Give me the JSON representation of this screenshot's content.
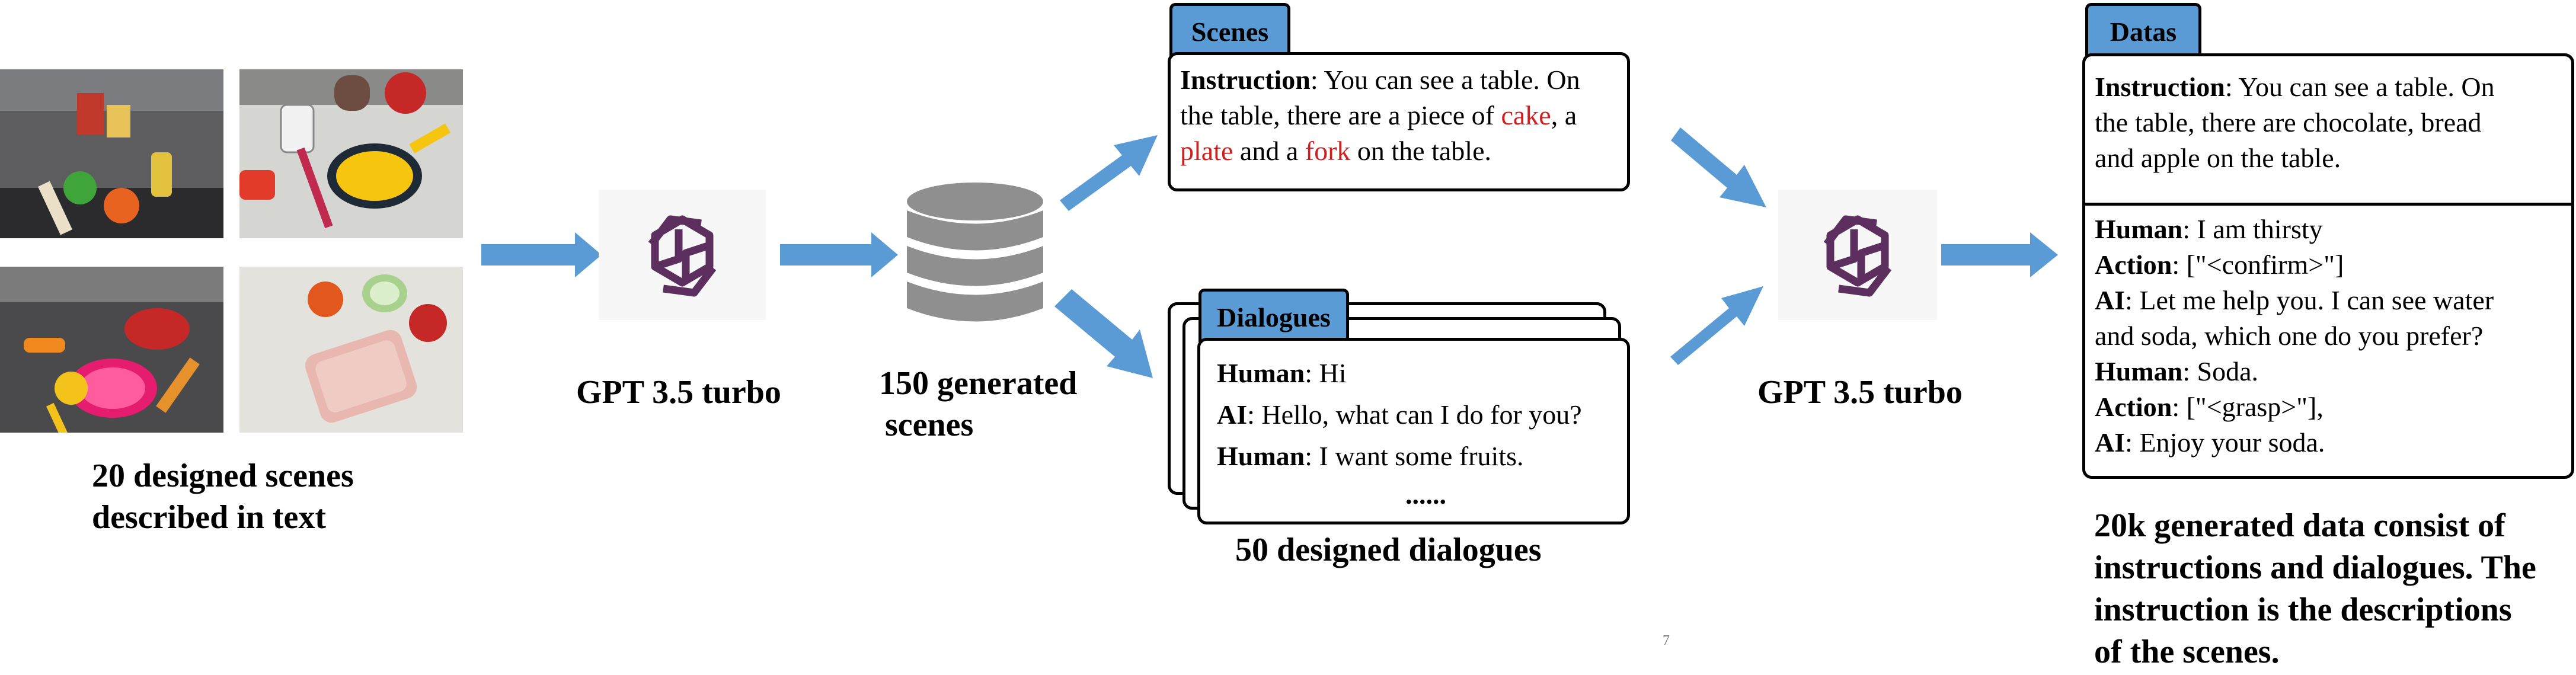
{
  "colors": {
    "accent": "#5b9bd5",
    "arrow": "#5b9bd5",
    "highlight": "#d11f1f",
    "logo": "#5c2f5e",
    "database": "#8f8f8f"
  },
  "step1": {
    "photos": [
      "kitchen-scene-photo-1",
      "kitchen-scene-photo-2",
      "kitchen-scene-photo-3",
      "kitchen-scene-photo-4"
    ],
    "caption_line1": "20 designed scenes",
    "caption_line2": "described in text"
  },
  "gpt_first": {
    "icon": "openai-logo-icon",
    "label": "GPT 3.5 turbo"
  },
  "database": {
    "icon": "database-icon",
    "caption_line1": "150 generated",
    "caption_line2": "scenes"
  },
  "scenes": {
    "tab": "Scenes",
    "instruction_key": "Instruction",
    "line1": ": You can see a table. On",
    "line2_a": "the  table, there are a piece of ",
    "cake": "cake",
    "line2_b": ", a",
    "plate": "plate",
    "line3_a": " and a ",
    "fork": "fork",
    "line3_b": " on the table."
  },
  "dialogues": {
    "tab": "Dialogues",
    "human_key": "Human",
    "human1": ": Hi",
    "ai_key": "AI",
    "ai1": ": Hello, what can I do for you?",
    "human2": ": I want some fruits.",
    "ellipsis": "......",
    "caption": "50 designed dialogues"
  },
  "gpt_second": {
    "icon": "openai-logo-icon",
    "label": "GPT 3.5 turbo"
  },
  "datas": {
    "tab": "Datas",
    "instruction_key": "Instruction",
    "instr_line1": ": You can see a table. On",
    "instr_line2": "the  table, there are chocolate, bread",
    "instr_line3": "and apple on the table.",
    "human_key": "Human",
    "action_key": "Action",
    "ai_key": "AI",
    "d1": ": I am thirsty",
    "d2": ": [\"<confirm>\"]",
    "d3": ": Let me help you. I can see water",
    "d4": "and soda, which one do you prefer?",
    "d5": ": Soda.",
    "d6": ": [\"<grasp>\"],",
    "d7": ": Enjoy your soda.",
    "caption_line1": "20k generated data consist of",
    "caption_line2": "instructions and dialogues. The",
    "caption_line3": "instruction is the descriptions",
    "caption_line4": "of the scenes."
  },
  "page_number": "7"
}
